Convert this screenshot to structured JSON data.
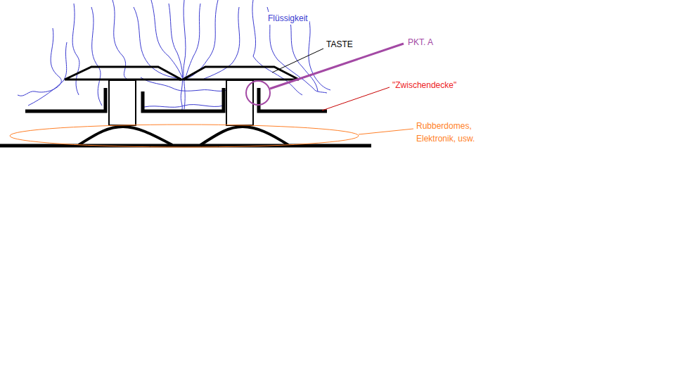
{
  "diagram": {
    "labels": [
      "Flüssigkeit",
      "TASTE",
      "PKT. A",
      "\"Zwischendecke\"",
      "Rubberdomes, Elektronik, usw."
    ]
  }
}
